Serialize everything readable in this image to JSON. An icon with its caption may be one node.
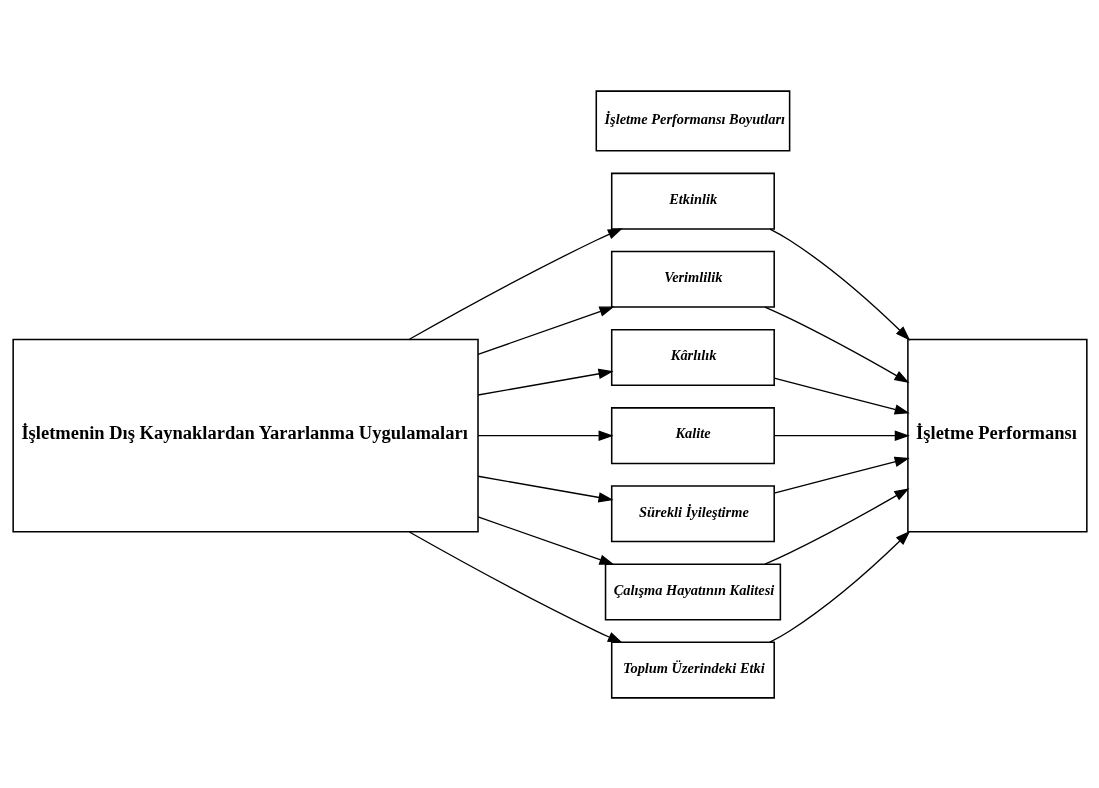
{
  "diagram": {
    "nodes": [
      {
        "text": [
          "İşletme Performansı Boyutları"
        ]
      },
      {
        "text": [
          "İşletmenin Dış Kaynaklardan Yararlanma Uygulamaları"
        ]
      },
      {
        "text": [
          "Etkinlik"
        ]
      },
      {
        "text": [
          "Verimlilik"
        ]
      },
      {
        "text": [
          "Kârlılık"
        ]
      },
      {
        "text": [
          "Kalite"
        ]
      },
      {
        "text": [
          "Sürekli İyileştirme"
        ]
      },
      {
        "text": [
          "Çalışma Hayatının Kalitesi"
        ]
      },
      {
        "text": [
          "Toplum Üzerindeki Etki"
        ]
      },
      {
        "text": [
          "İşletme Performansı"
        ]
      }
    ],
    "edges": [
      {
        "from": 1,
        "to": 2,
        "arrow": "to"
      },
      {
        "from": 1,
        "to": 3,
        "arrow": "to"
      },
      {
        "from": 1,
        "to": 4,
        "arrow": "to"
      },
      {
        "from": 1,
        "to": 5,
        "arrow": "to"
      },
      {
        "from": 1,
        "to": 6,
        "arrow": "to"
      },
      {
        "from": 1,
        "to": 7,
        "arrow": "to"
      },
      {
        "from": 1,
        "to": 8,
        "arrow": "to"
      },
      {
        "from": 2,
        "to": 9,
        "arrow": "to"
      },
      {
        "from": 3,
        "to": 9,
        "arrow": "to"
      },
      {
        "from": 4,
        "to": 9,
        "arrow": "to"
      },
      {
        "from": 5,
        "to": 9,
        "arrow": "to"
      },
      {
        "from": 6,
        "to": 9,
        "arrow": "to"
      },
      {
        "from": 7,
        "to": 9,
        "arrow": "to"
      },
      {
        "from": 8,
        "to": 9,
        "arrow": "to"
      }
    ]
  }
}
